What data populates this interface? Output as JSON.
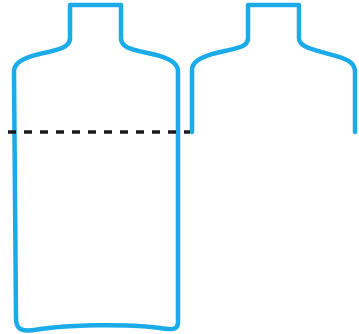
{
  "diagram": {
    "shapes": [
      {
        "name": "full-bottle-outline",
        "stroke": "#1aabe8"
      },
      {
        "name": "partial-bottle-outline",
        "stroke": "#1aabe8"
      }
    ],
    "guide_line": {
      "name": "dashed-level-line",
      "stroke": "#1a1a1a",
      "style": "dashed"
    }
  }
}
